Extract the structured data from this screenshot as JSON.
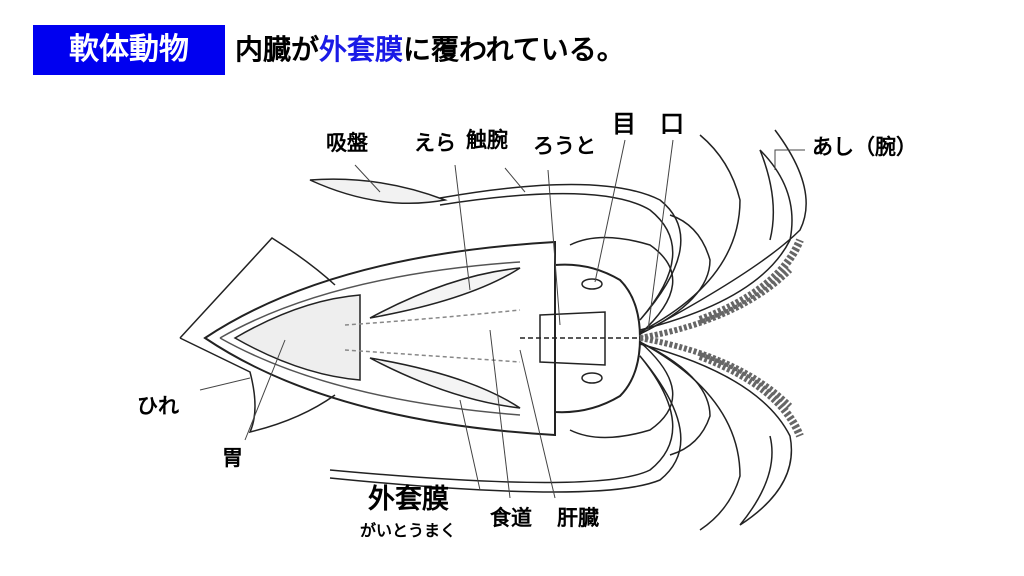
{
  "header": {
    "title": "軟体動物",
    "subtitle_pre": "内臓が",
    "subtitle_highlight": "外套膜",
    "subtitle_post": "に覆われている。"
  },
  "labels": {
    "sucker": "吸盤",
    "gill": "えら",
    "tentacle": "触腕",
    "funnel": "ろうと",
    "eye": "目",
    "mouth": "口",
    "arm": "あし（腕）",
    "fin": "ひれ",
    "stomach": "胃",
    "mantle": "外套膜",
    "mantle_reading": "がいとうまく",
    "esophagus": "食道",
    "liver": "肝臓"
  },
  "colors": {
    "accent": "#0000f0",
    "highlight": "#1a1ae6"
  }
}
